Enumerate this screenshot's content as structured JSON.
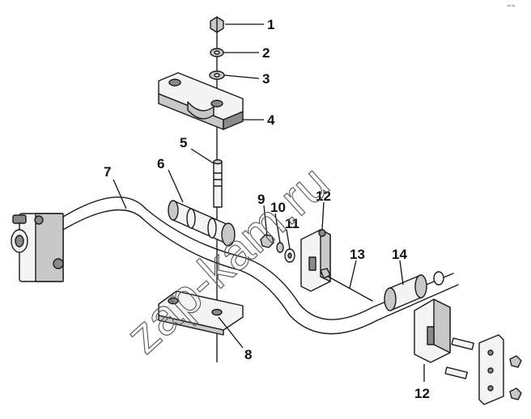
{
  "diagram": {
    "callouts": [
      {
        "id": "c1",
        "text": "1"
      },
      {
        "id": "c2",
        "text": "2"
      },
      {
        "id": "c3",
        "text": "3"
      },
      {
        "id": "c4",
        "text": "4"
      },
      {
        "id": "c5",
        "text": "5"
      },
      {
        "id": "c6",
        "text": "6"
      },
      {
        "id": "c7",
        "text": "7"
      },
      {
        "id": "c8",
        "text": "8"
      },
      {
        "id": "c9",
        "text": "9"
      },
      {
        "id": "c10",
        "text": "10"
      },
      {
        "id": "c11",
        "text": "11"
      },
      {
        "id": "c12a",
        "text": "12"
      },
      {
        "id": "c12b",
        "text": "12"
      },
      {
        "id": "c13",
        "text": "13"
      },
      {
        "id": "c14",
        "text": "14"
      }
    ],
    "watermark": "zap-kam.ru",
    "corner_mark": "~~",
    "colors": {
      "line": "#1a1a1a",
      "shade": "#c8c8c8",
      "dark": "#8a8a8a"
    }
  }
}
